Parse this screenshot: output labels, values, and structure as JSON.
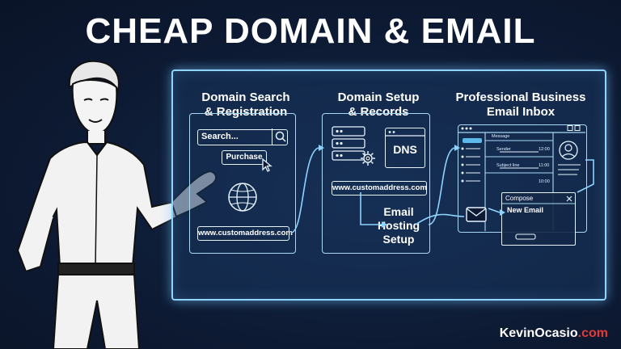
{
  "title": "CHEAP DOMAIN & EMAIL",
  "panels": {
    "search": {
      "title_line1": "Domain Search",
      "title_line2": "& Registration",
      "search_placeholder": "Search...",
      "purchase_label": "Purchase",
      "url": "www.customaddress.com"
    },
    "setup": {
      "title_line1": "Domain Setup",
      "title_line2": "& Records",
      "dns_label": "DNS",
      "url": "www.customaddress.com",
      "hosting_line1": "Email",
      "hosting_line2": "Hosting",
      "hosting_line3": "Setup"
    },
    "inbox": {
      "title_line1": "Professional Business",
      "title_line2": "Email Inbox",
      "col_message": "Message",
      "row_sender": "Sender",
      "row_subject": "Subject line",
      "time1": "12:00",
      "time2": "11:00",
      "time3": "10:00",
      "compose_header": "Compose",
      "compose_new": "New Email"
    }
  },
  "logo": {
    "kevin": "KevinOcasio",
    "dotcom": ".com"
  },
  "colors": {
    "background": "#0e1a33",
    "glow": "#8fd3ff",
    "accent_red": "#e23b3b"
  }
}
